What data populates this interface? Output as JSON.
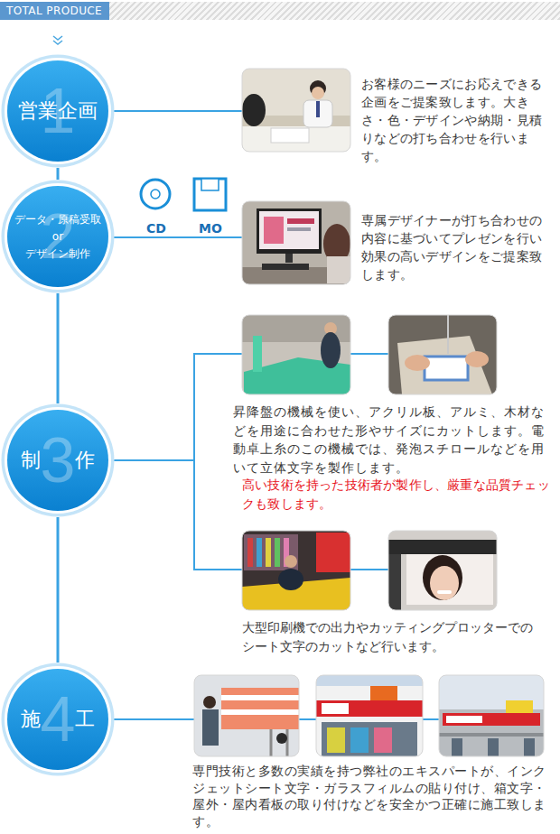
{
  "diagram": {
    "title": "TOTAL PRODUCE",
    "nodes": [
      {
        "text": [
          "営業企画",
          "1"
        ]
      },
      {
        "text": [
          "データ・原稿受取 or デザイン制作",
          "2"
        ]
      },
      {
        "text": [
          "制 作",
          "3"
        ]
      },
      {
        "text": [
          "施 工",
          "4"
        ]
      }
    ],
    "edges": [
      {
        "from": 0,
        "to": 1,
        "arrow": "none"
      },
      {
        "from": 1,
        "to": 2,
        "arrow": "none"
      },
      {
        "from": 2,
        "to": 3,
        "arrow": "none"
      }
    ],
    "labels": [
      "CD",
      "MO",
      "お客様のニーズにお応えできる企画をご提案致します。大きさ・色・デザインや納期・見積りなどの打ち合わせを行います。",
      "専属デザイナーが打ち合わせの内容に基づいてプレゼンを行い効果の高いデザインをご提案致します。",
      "昇降盤の機械を使い、アクリル板、アルミ、木材などを用途に合わせた形やサイズにカットします。電動卓上糸のこの機械では、発泡スチロールなどを用いて立体文字を製作します。",
      "高い技術を持った技術者が製作し、厳重な品質チェックも致します。",
      "大型印刷機での出力やカッティングプロッターでのシート文字のカットなど行います。",
      "専門技術と多数の実績を持つ弊社のエキスパートが、インクジェットシート文字・ガラスフィルムの貼り付け、箱文字・屋外・屋内看板の取り付けなどを安全かつ正確に施工致します。"
    ]
  }
}
